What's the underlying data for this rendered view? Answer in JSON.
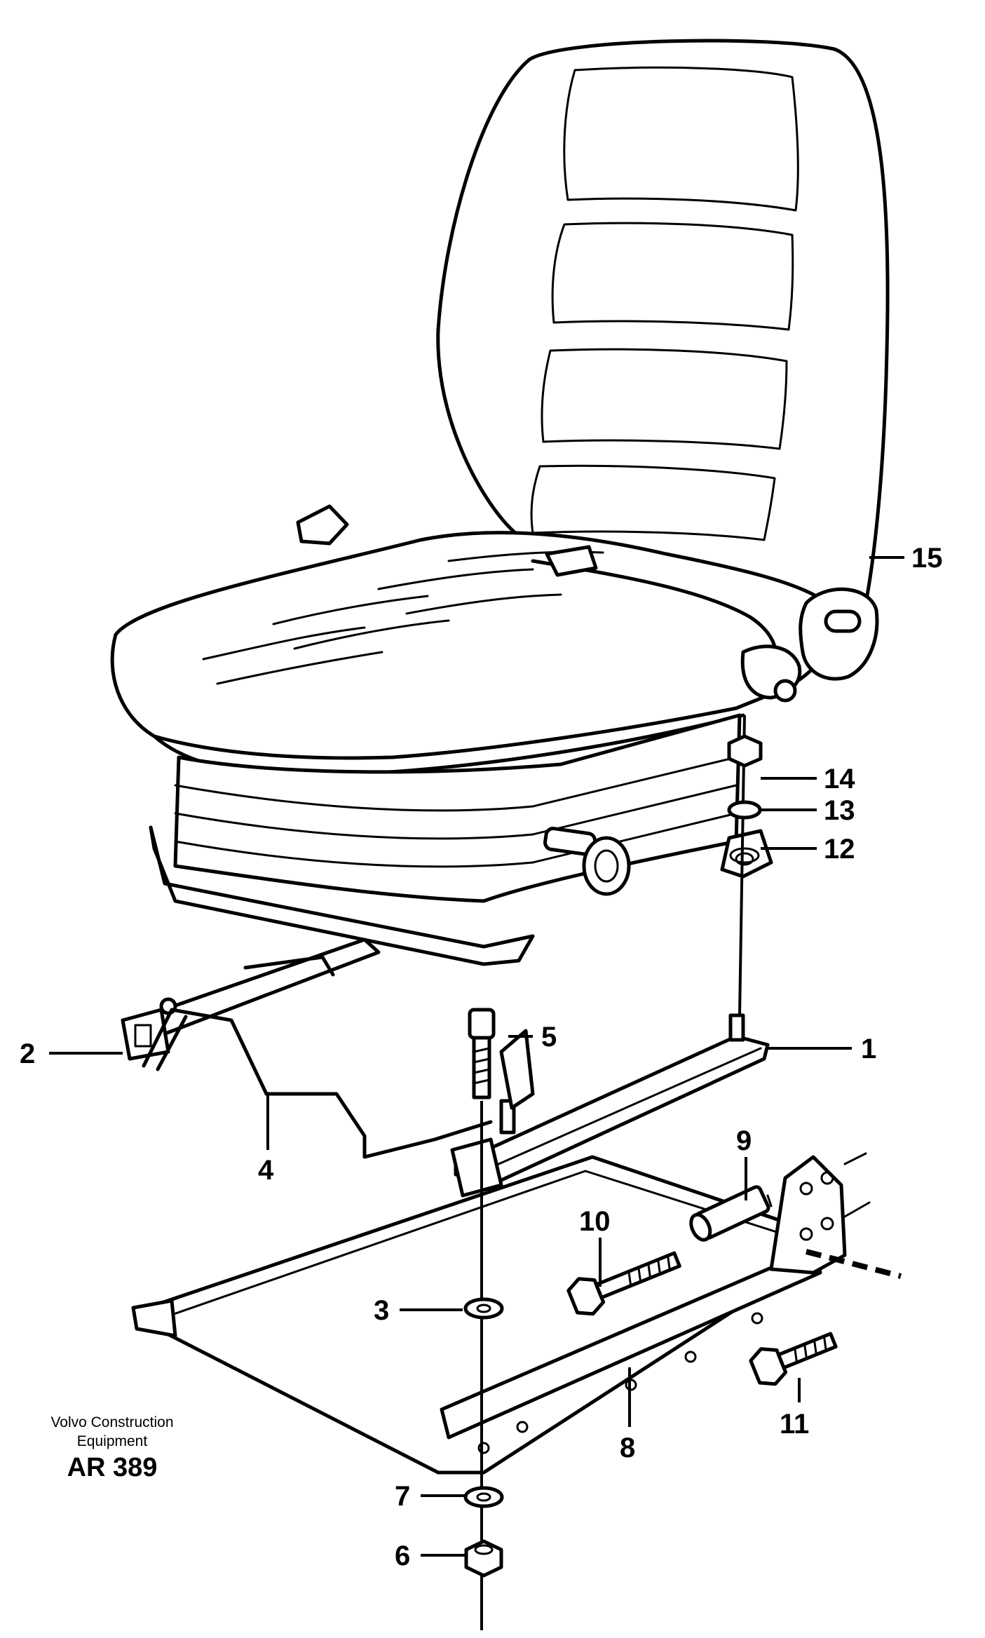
{
  "figure": {
    "callouts": [
      {
        "id": "1",
        "label": "1"
      },
      {
        "id": "2",
        "label": "2"
      },
      {
        "id": "3",
        "label": "3"
      },
      {
        "id": "4",
        "label": "4"
      },
      {
        "id": "5",
        "label": "5"
      },
      {
        "id": "6",
        "label": "6"
      },
      {
        "id": "7",
        "label": "7"
      },
      {
        "id": "8",
        "label": "8"
      },
      {
        "id": "9",
        "label": "9"
      },
      {
        "id": "10",
        "label": "10"
      },
      {
        "id": "11",
        "label": "11"
      },
      {
        "id": "12",
        "label": "12"
      },
      {
        "id": "13",
        "label": "13"
      },
      {
        "id": "14",
        "label": "14"
      },
      {
        "id": "15",
        "label": "15"
      }
    ],
    "caption": {
      "line1": "Volvo Construction",
      "line2": "Equipment",
      "code": "AR 389"
    }
  }
}
